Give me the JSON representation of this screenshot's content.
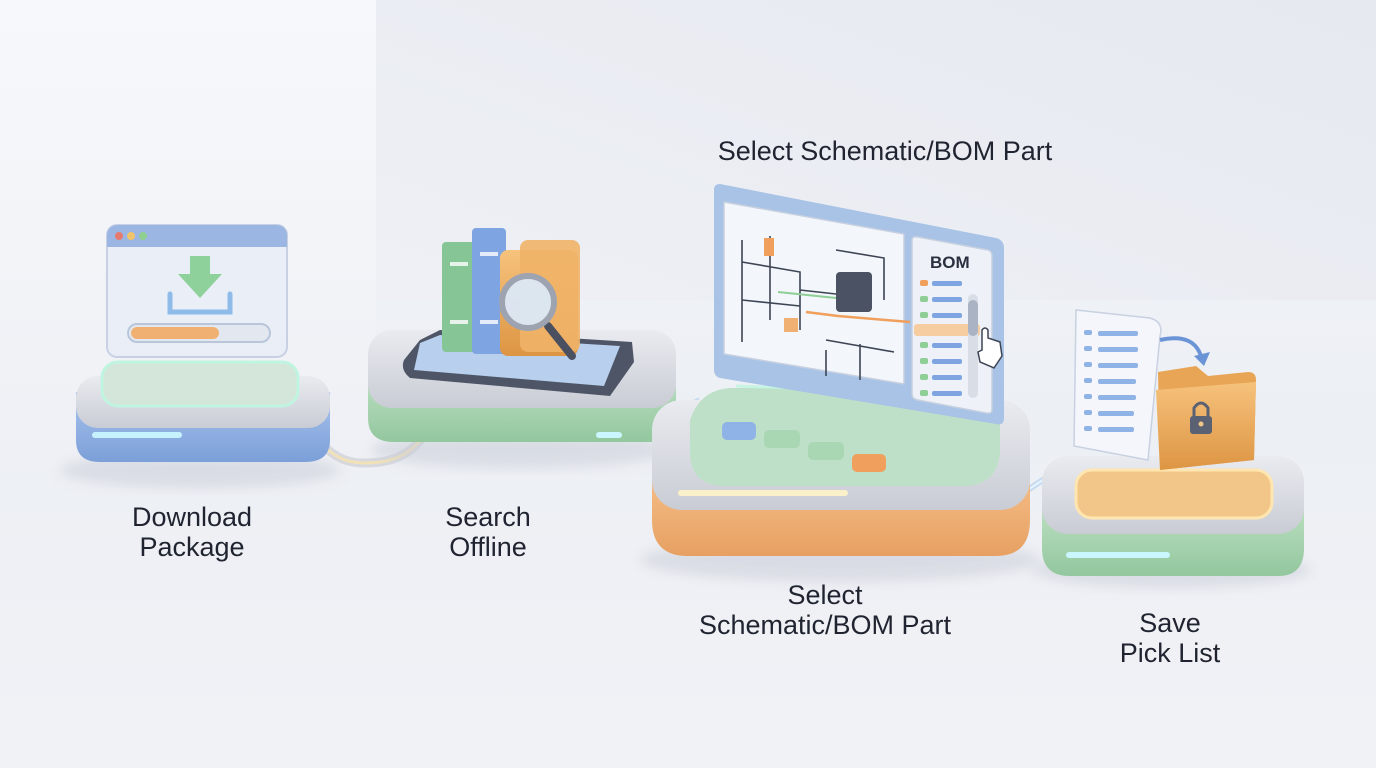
{
  "title": "Select Schematic/BOM Part",
  "steps": [
    {
      "line1": "Download",
      "line2": "Package",
      "icon": "download-window-icon"
    },
    {
      "line1": "Search",
      "line2": "Offline",
      "icon": "books-magnifier-icon"
    },
    {
      "line1": "Select",
      "line2": "Schematic/BOM Part",
      "icon": "schematic-monitor-icon"
    },
    {
      "line1": "Save",
      "line2": "Pick List",
      "icon": "locked-folder-icon"
    }
  ],
  "bom_label": "BOM",
  "colors": {
    "blue": "#8fb0e0",
    "green": "#a9d3b0",
    "orange": "#f0b072",
    "glow": "#bff5e0"
  }
}
